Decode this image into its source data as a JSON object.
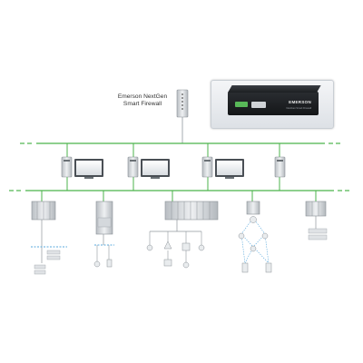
{
  "firewall": {
    "label_line1": "Emerson NextGen",
    "label_line2": "Smart Firewall"
  },
  "photo": {
    "brand": "EMERSON",
    "model": "NextGen Smart Firewall"
  },
  "colors": {
    "network": "#4bb34b",
    "device": "#c8ccd0",
    "wire": "#8f969c",
    "field": "#5aa9dc"
  },
  "icons": [
    "workstation-icon",
    "server-icon",
    "controller-icon",
    "field-device-icon"
  ]
}
